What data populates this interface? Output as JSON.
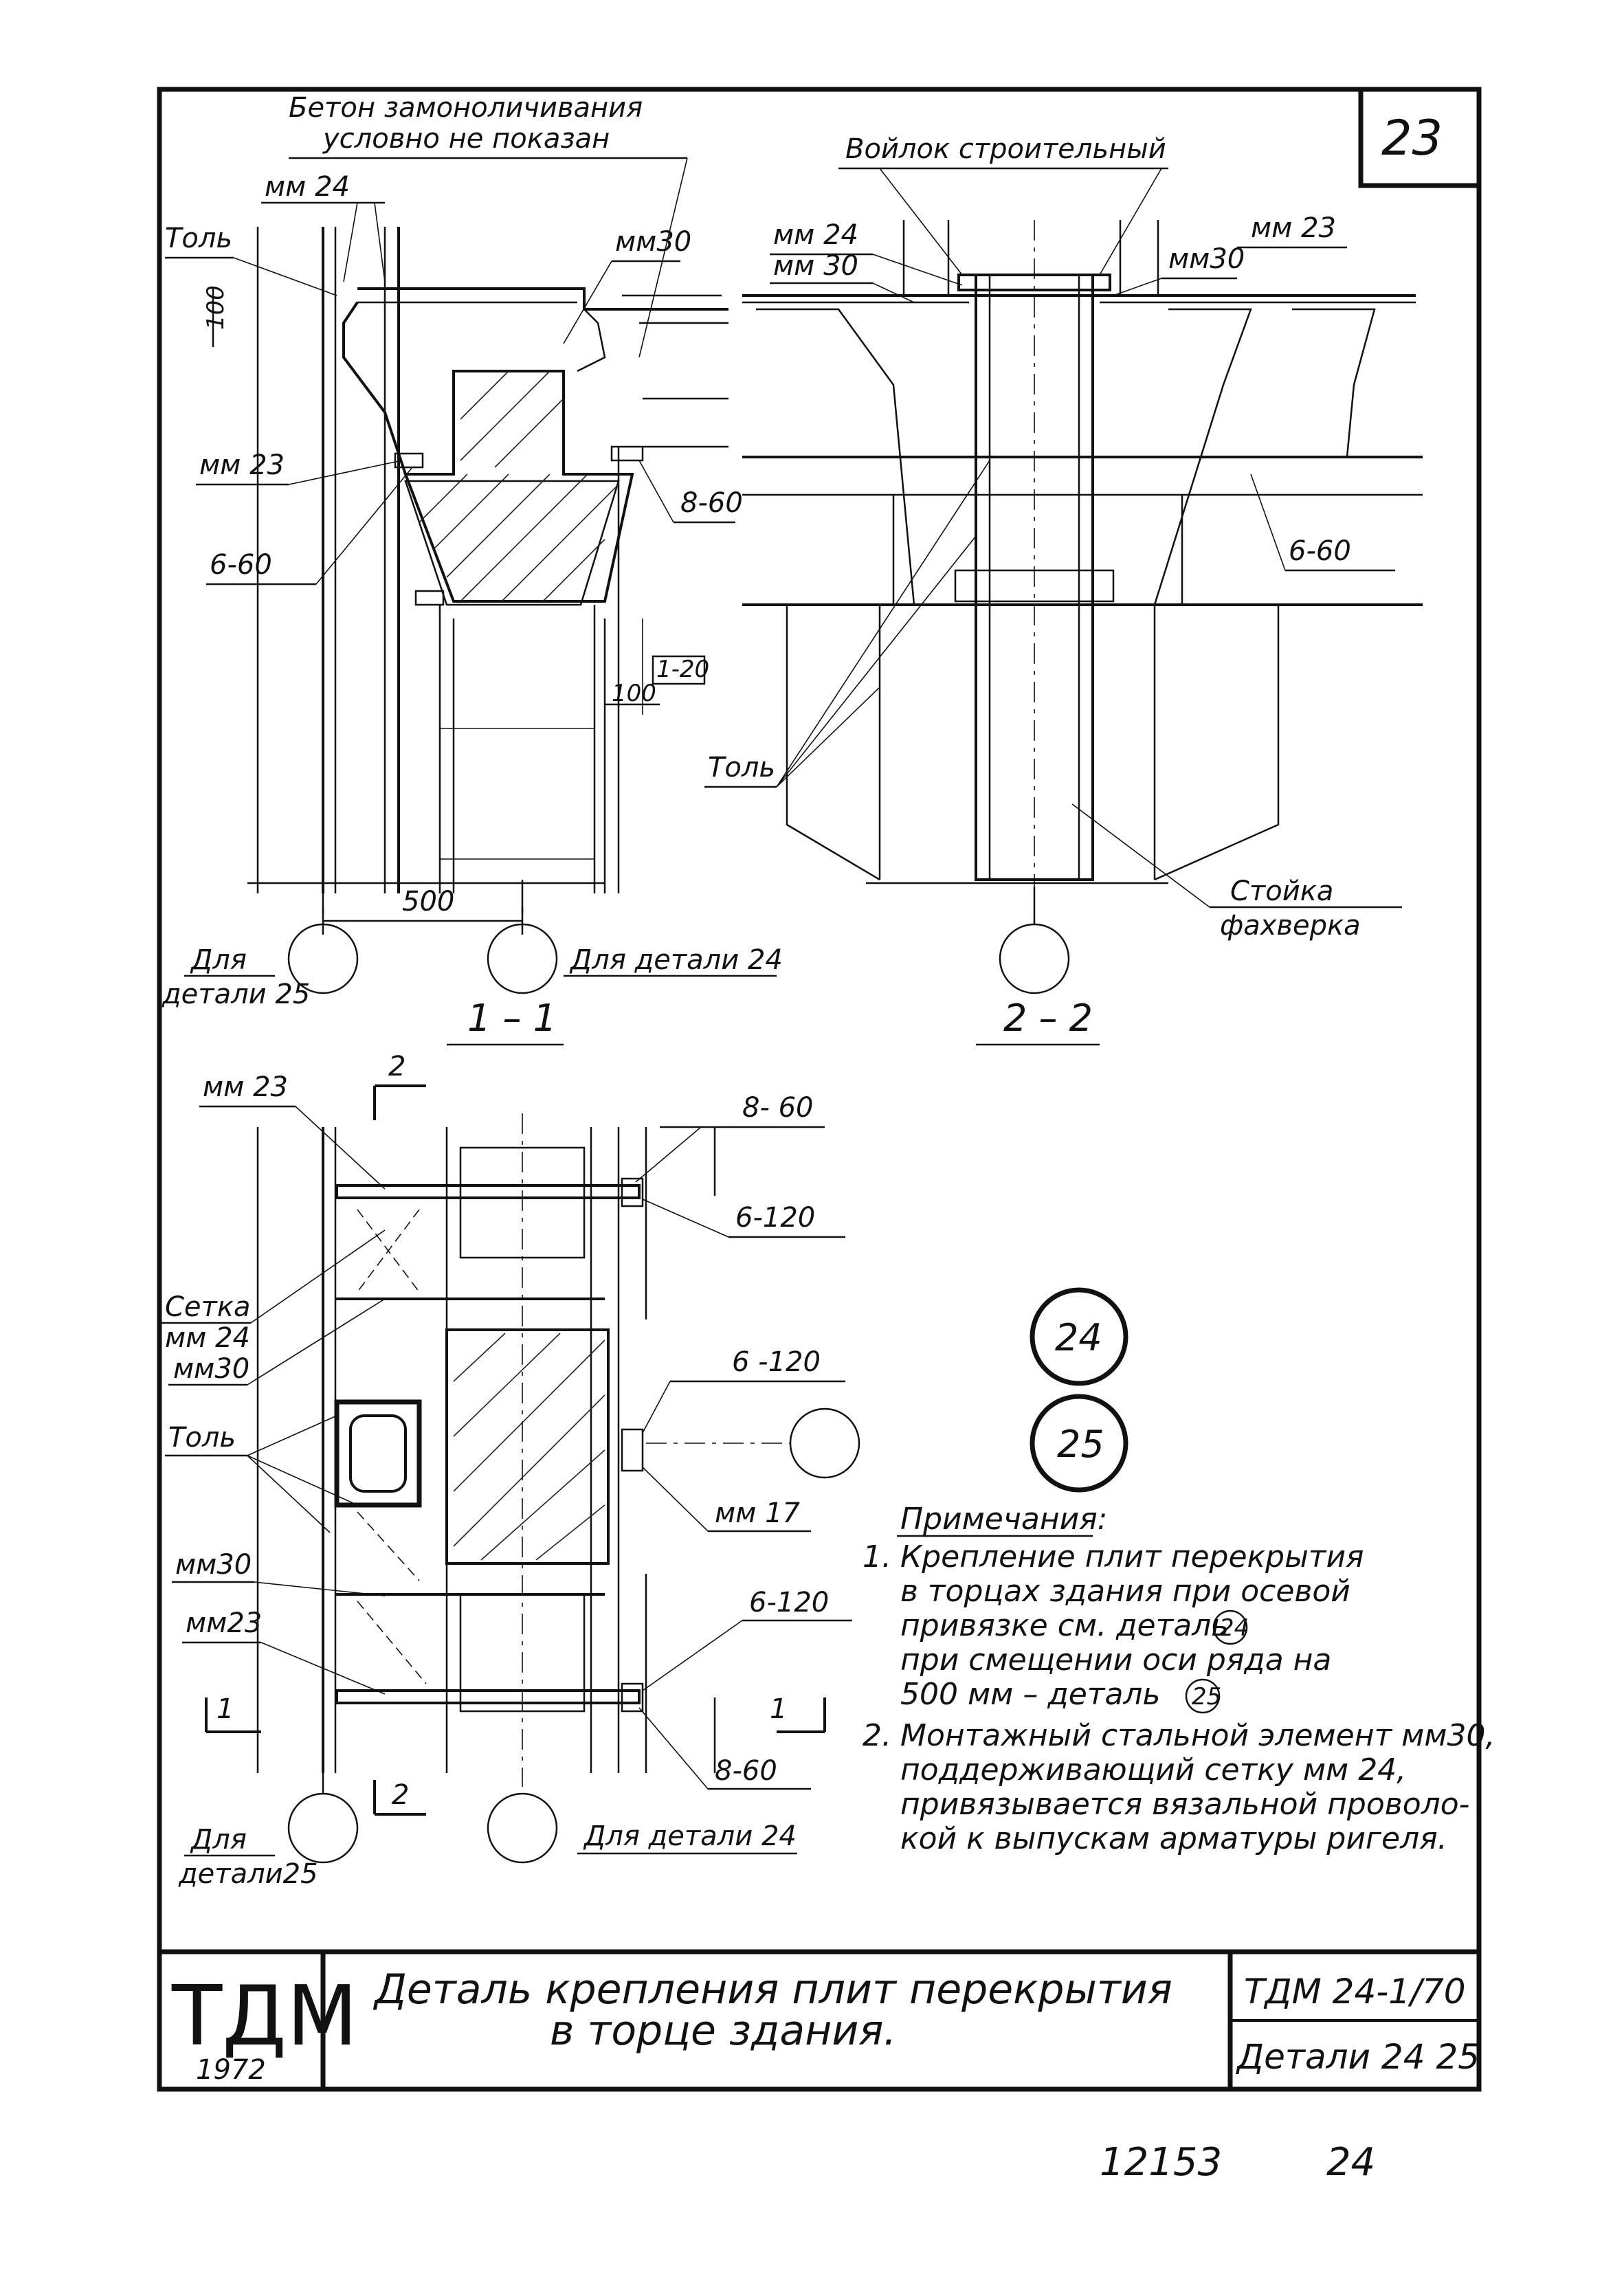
{
  "sheet_number": "23",
  "section_1_1": {
    "title": "1 – 1",
    "annotation_line1": "Бетон замоноличивания",
    "annotation_line2": "условно не показан",
    "labels": {
      "mm24": "мм 24",
      "tol": "Толь",
      "mm30": "мм30",
      "dim100": "100",
      "mm23": "мм 23",
      "b60a": "8-60",
      "b60b": "6-60",
      "mark": "1-20",
      "dim100b": "100",
      "dim500": "500"
    },
    "axis_left_caption_line1": "Для",
    "axis_left_caption_line2": "детали 25",
    "axis_right_caption": "Для детали 24"
  },
  "section_2_2": {
    "title": "2 – 2",
    "labels": {
      "felt": "Войлок строительный",
      "mm24": "мм 24",
      "mm30": "мм 30",
      "mm23": "мм 23",
      "mm30b": "мм30",
      "b60": "6-60",
      "tol": "Толь",
      "post_line1": "Стойка",
      "post_line2": "фахверка"
    }
  },
  "plan": {
    "labels": {
      "mm23": "мм 23",
      "cut2": "2",
      "b60a": "8- 60",
      "b120a": "6-120",
      "setka": "Сетка",
      "mm24": "мм 24",
      "mm30": "мм30",
      "b120b": "6 -120",
      "tol": "Толь",
      "mm17": "мм 17",
      "mm30b": "мм30",
      "mm23b": "мм23",
      "b120c": "6-120",
      "cut1": "1",
      "cut1r": "1",
      "cut2b": "2",
      "b60b": "8-60"
    },
    "axis_left_caption_line1": "Для",
    "axis_left_caption_line2": "детали25",
    "axis_right_caption": "Для детали 24"
  },
  "detail_refs": [
    "24",
    "25"
  ],
  "notes": {
    "heading": "Примечания:",
    "items": [
      {
        "num": "1.",
        "lines": [
          "Крепление плит перекрытия",
          "в торцах здания при осевой",
          "привязке см. деталь",
          "при смещении оси ряда на",
          "500 мм –  деталь"
        ]
      },
      {
        "num": "2.",
        "lines": [
          "Монтажный стальной элемент мм30,",
          "поддерживающий сетку мм 24,",
          "привязывается вязальной проволо-",
          "кой к выпускам арматуры ригеля."
        ]
      }
    ],
    "inline_ref_24": "24",
    "inline_ref_25": "25"
  },
  "title_block": {
    "org": "ТДМ",
    "year": "1972",
    "title_line1": "Деталь крепления плит перекрытия",
    "title_line2": "в торце здания.",
    "code": "ТДМ 24-1/70",
    "details": "Детали 24 25"
  },
  "footer": {
    "number": "12153",
    "page": "24"
  }
}
